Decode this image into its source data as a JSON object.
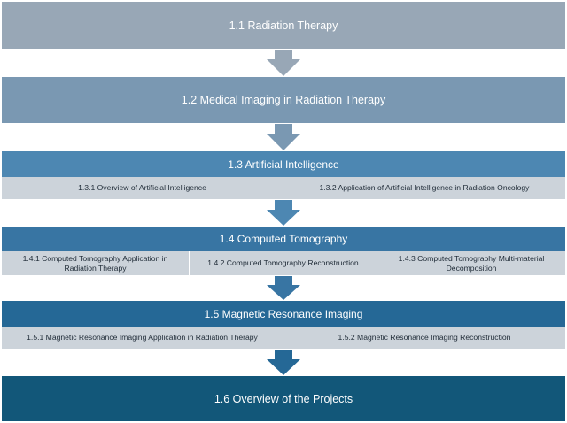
{
  "colors": {
    "s1": "#98a7b6",
    "s2": "#7a98b2",
    "s3": "#4d87b2",
    "s4": "#3875a3",
    "s5": "#256896",
    "s6": "#125779",
    "sub_bg": "#ccd3da",
    "sub_text": "#1e2a36"
  },
  "sections": [
    {
      "title": "1.1 Radiation Therapy"
    },
    {
      "title": "1.2 Medical Imaging in Radiation Therapy"
    },
    {
      "title": "1.3 Artificial Intelligence",
      "subs": [
        "1.3.1 Overview of Artificial Intelligence",
        "1.3.2 Application of Artificial Intelligence in Radiation Oncology"
      ]
    },
    {
      "title": "1.4 Computed Tomography",
      "subs": [
        "1.4.1 Computed Tomography Application in Radiation Therapy",
        "1.4.2 Computed Tomography Reconstruction",
        "1.4.3 Computed Tomography Multi-material Decomposition"
      ]
    },
    {
      "title": "1.5 Magnetic Resonance Imaging",
      "subs": [
        "1.5.1 Magnetic Resonance Imaging Application in Radiation Therapy",
        "1.5.2 Magnetic Resonance Imaging Reconstruction"
      ]
    },
    {
      "title": "1.6 Overview of the Projects"
    }
  ]
}
